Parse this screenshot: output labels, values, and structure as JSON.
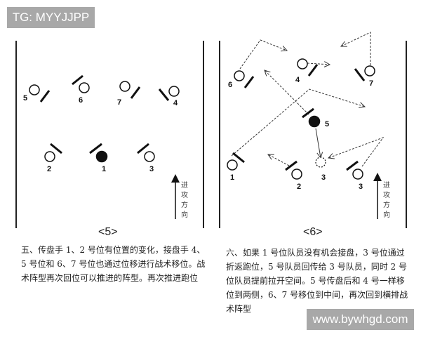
{
  "watermarks": {
    "top": "TG: MYYJJPP",
    "bottom": "www.bywhgd.com"
  },
  "diagrams": [
    {
      "label": "<5>",
      "direction_text": [
        "进",
        "攻",
        "方",
        "向"
      ],
      "players": [
        {
          "number": "5",
          "filled": false
        },
        {
          "number": "6",
          "filled": false
        },
        {
          "number": "7",
          "filled": false
        },
        {
          "number": "4",
          "filled": false
        },
        {
          "number": "2",
          "filled": false
        },
        {
          "number": "1",
          "filled": true
        },
        {
          "number": "3",
          "filled": false
        }
      ],
      "caption": "五、传盘手 1、2 号位有位置的变化，接盘手 4、5 号位和 6、7 号位也通过位移进行战术移位。战术阵型再次回位可以推进的阵型。再次推进跑位"
    },
    {
      "label": "<6>",
      "direction_text": [
        "进",
        "攻",
        "方",
        "向"
      ],
      "players": [
        {
          "number": "6",
          "filled": false
        },
        {
          "number": "4",
          "filled": false
        },
        {
          "number": "7",
          "filled": false
        },
        {
          "number": "5",
          "filled": true
        },
        {
          "number": "1",
          "filled": false
        },
        {
          "number": "2",
          "filled": false
        },
        {
          "number": "3",
          "filled": false,
          "dashed": true
        },
        {
          "number": "3",
          "filled": false
        }
      ],
      "caption": "六、如果 1 号位队员没有机会接盘，3 号位通过折返跑位，5 号队员回传给 3 号队员，同时 2 号位队员提前拉开空间。5 号传盘后和 4 号一样移位到两侧，6、7 号移位到中间，再次回到横排战术阵型"
    }
  ]
}
